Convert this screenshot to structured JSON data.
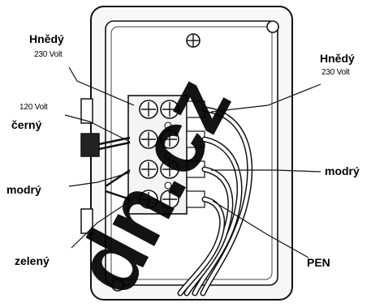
{
  "labels": {
    "left_top_color": "Hnědý",
    "left_top_voltage": "230 Volt",
    "left_mid_voltage": "120 Volt",
    "left_mid_color": "černý",
    "left_lower_color": "modrý",
    "left_bottom_color": "zelený",
    "right_top_color": "Hnědý",
    "right_top_voltage": "230 Volt",
    "right_mid_color": "modrý",
    "right_bottom": "PEN"
  },
  "watermark_text": "dn.cz",
  "colors": {
    "line": "#111111",
    "plate": "#f4f4f4",
    "terminal": "#e6e6e6",
    "watermark": "#000000"
  }
}
